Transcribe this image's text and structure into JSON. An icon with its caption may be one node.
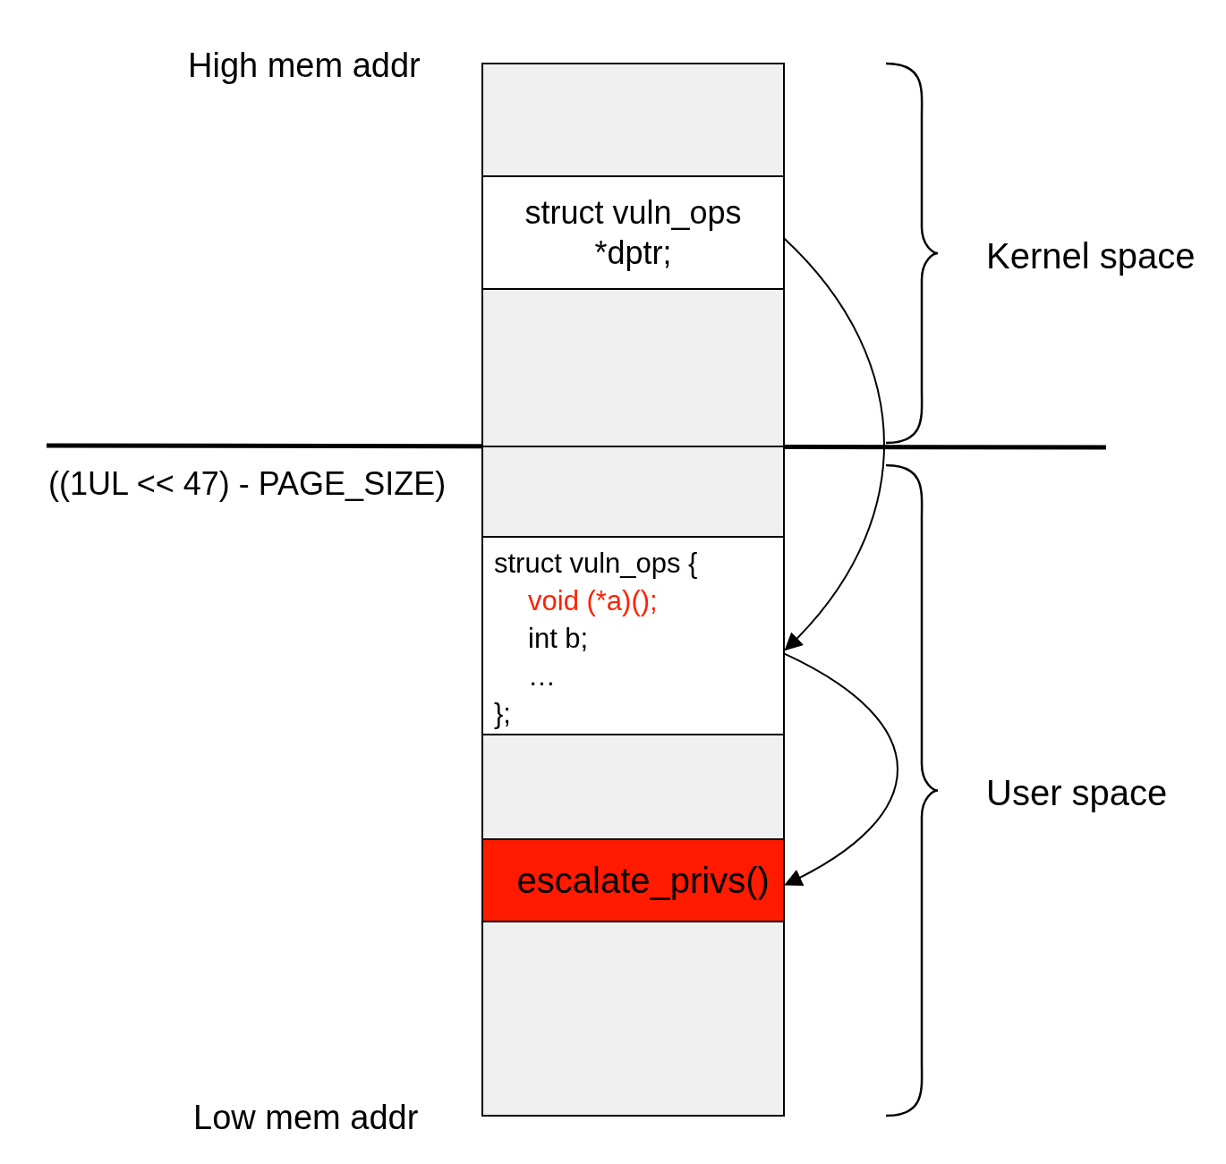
{
  "diagram": {
    "nodes": [
      {
        "text": [],
        "shape": "box"
      },
      {
        "text": [
          "struct vuln_ops *dptr;"
        ]
      },
      {
        "text": [],
        "shape": "box"
      },
      {
        "text": [],
        "shape": "box"
      },
      {
        "text": [
          "struct vuln_ops {",
          "void (*a)();",
          "int b;",
          "…",
          "};"
        ]
      },
      {
        "text": [],
        "shape": "box"
      },
      {
        "text": [
          "escalate_privs()"
        ]
      },
      {
        "text": [],
        "shape": "box"
      }
    ],
    "edges": [
      {
        "from": 1,
        "to": 4,
        "arrow": "to"
      },
      {
        "from": 4,
        "to": 6,
        "arrow": "to"
      }
    ],
    "labels": [
      "High mem addr",
      "Kernel space",
      "((1UL << 47) - PAGE_SIZE)",
      "User space",
      "Low mem addr"
    ]
  }
}
